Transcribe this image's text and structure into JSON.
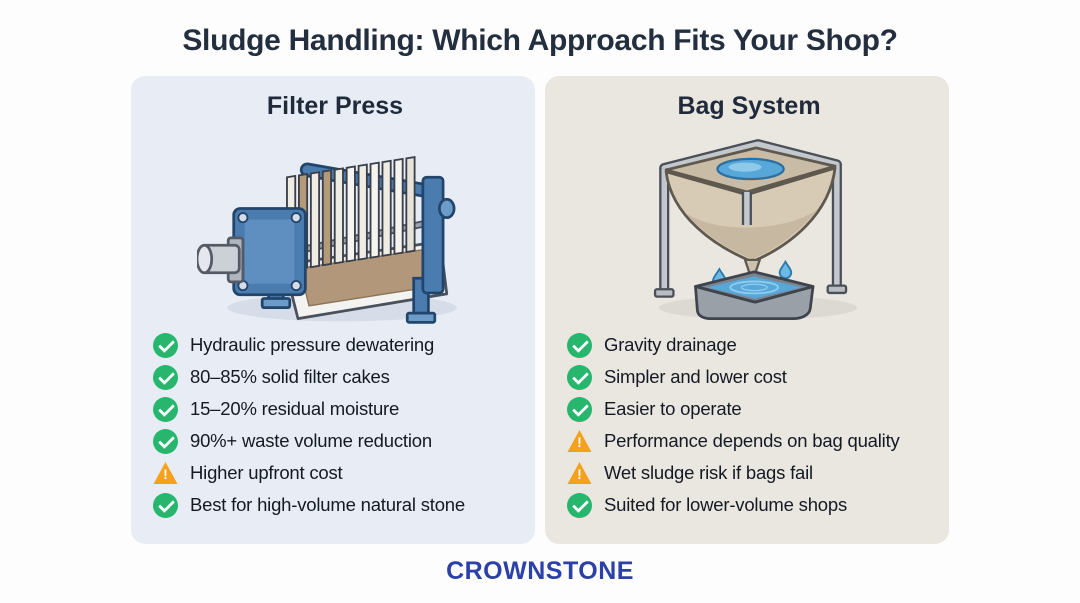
{
  "page": {
    "title": "Sludge Handling: Which Approach Fits Your Shop?",
    "brand": "CROWNSTONE"
  },
  "colors": {
    "title_text": "#232e3e",
    "brand_blue": "#2b40a8",
    "panel_left_bg": "#e8edf5",
    "panel_right_bg": "#eae7e1",
    "check_green": "#28b56d",
    "warning_orange": "#f5a11c"
  },
  "panels": [
    {
      "title": "Filter Press",
      "illustration": "filter-press-machine",
      "items": [
        {
          "icon": "check",
          "text": "Hydraulic pressure dewatering"
        },
        {
          "icon": "check",
          "text": "80–85% solid filter cakes"
        },
        {
          "icon": "check",
          "text": "15–20% residual moisture"
        },
        {
          "icon": "check",
          "text": "90%+ waste volume reduction"
        },
        {
          "icon": "warning",
          "text": "Higher upfront cost"
        },
        {
          "icon": "check",
          "text": "Best for high-volume natural stone"
        }
      ]
    },
    {
      "title": "Bag System",
      "illustration": "filter-bag-stand",
      "items": [
        {
          "icon": "check",
          "text": "Gravity drainage"
        },
        {
          "icon": "check",
          "text": "Simpler and lower cost"
        },
        {
          "icon": "check",
          "text": "Easier to operate"
        },
        {
          "icon": "warning",
          "text": "Performance depends on bag quality"
        },
        {
          "icon": "warning",
          "text": "Wet sludge risk if bags fail"
        },
        {
          "icon": "check",
          "text": "Suited for lower-volume shops"
        }
      ]
    }
  ]
}
